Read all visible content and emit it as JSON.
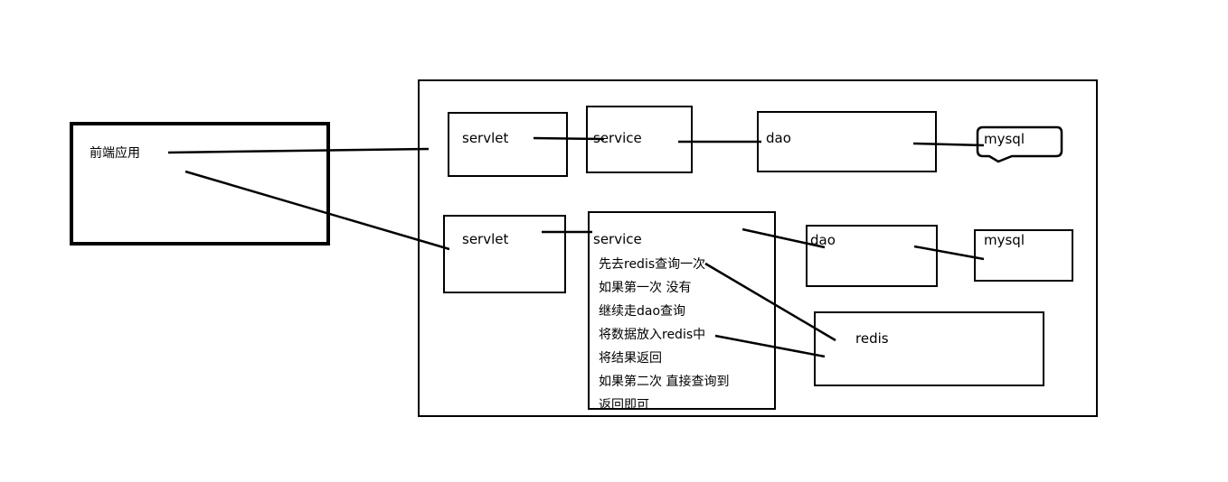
{
  "frontend": {
    "label": "前端应用"
  },
  "row1": {
    "servlet": "servlet",
    "service": "service",
    "dao": "dao",
    "mysql": "mysql"
  },
  "row2": {
    "servlet": "servlet",
    "service": "service",
    "dao": "dao",
    "mysql": "mysql",
    "redis": "redis",
    "notes": [
      "先去redis查询一次",
      "如果第一次 没有",
      "继续走dao查询",
      "将数据放入redis中",
      "将结果返回",
      "如果第二次 直接查询到",
      "返回即可"
    ]
  }
}
